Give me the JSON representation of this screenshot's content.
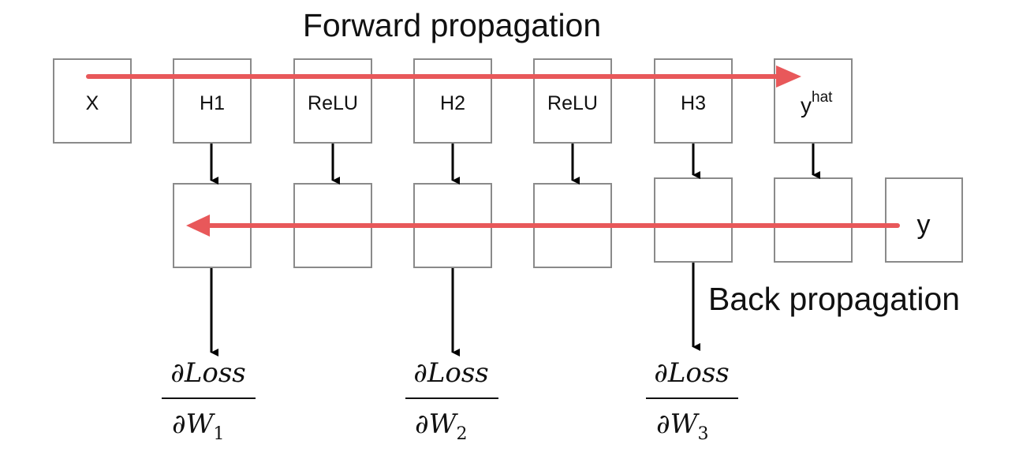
{
  "titles": {
    "forward": "Forward propagation",
    "backward": "Back propagation"
  },
  "forward_nodes": [
    {
      "label": "X"
    },
    {
      "label": "H1"
    },
    {
      "label": "ReLU"
    },
    {
      "label": "H2"
    },
    {
      "label": "ReLU"
    },
    {
      "label": "H3"
    },
    {
      "label": "y",
      "superscript": "hat"
    }
  ],
  "target_node": {
    "label": "y"
  },
  "gradients": [
    {
      "numerator": "∂Loss",
      "denominator": "∂W",
      "subscript": "1"
    },
    {
      "numerator": "∂Loss",
      "denominator": "∂W",
      "subscript": "2"
    },
    {
      "numerator": "∂Loss",
      "denominator": "∂W",
      "subscript": "3"
    }
  ],
  "colors": {
    "flow_arrow": "#e8585a",
    "box_border": "#8a8a8a",
    "connector": "#000000"
  }
}
